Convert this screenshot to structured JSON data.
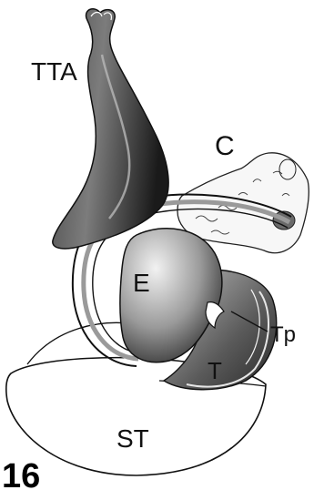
{
  "figure_number": "16",
  "labels": {
    "tta": "TTA",
    "c": "C",
    "e": "E",
    "tp": "Tp",
    "t": "T",
    "st": "ST"
  },
  "colors": {
    "ink": "#111111",
    "dark_shading": "#2a2a2a",
    "mid_shading": "#7a7a7a",
    "light_shading": "#cfcfcf",
    "paper": "#ffffff"
  }
}
